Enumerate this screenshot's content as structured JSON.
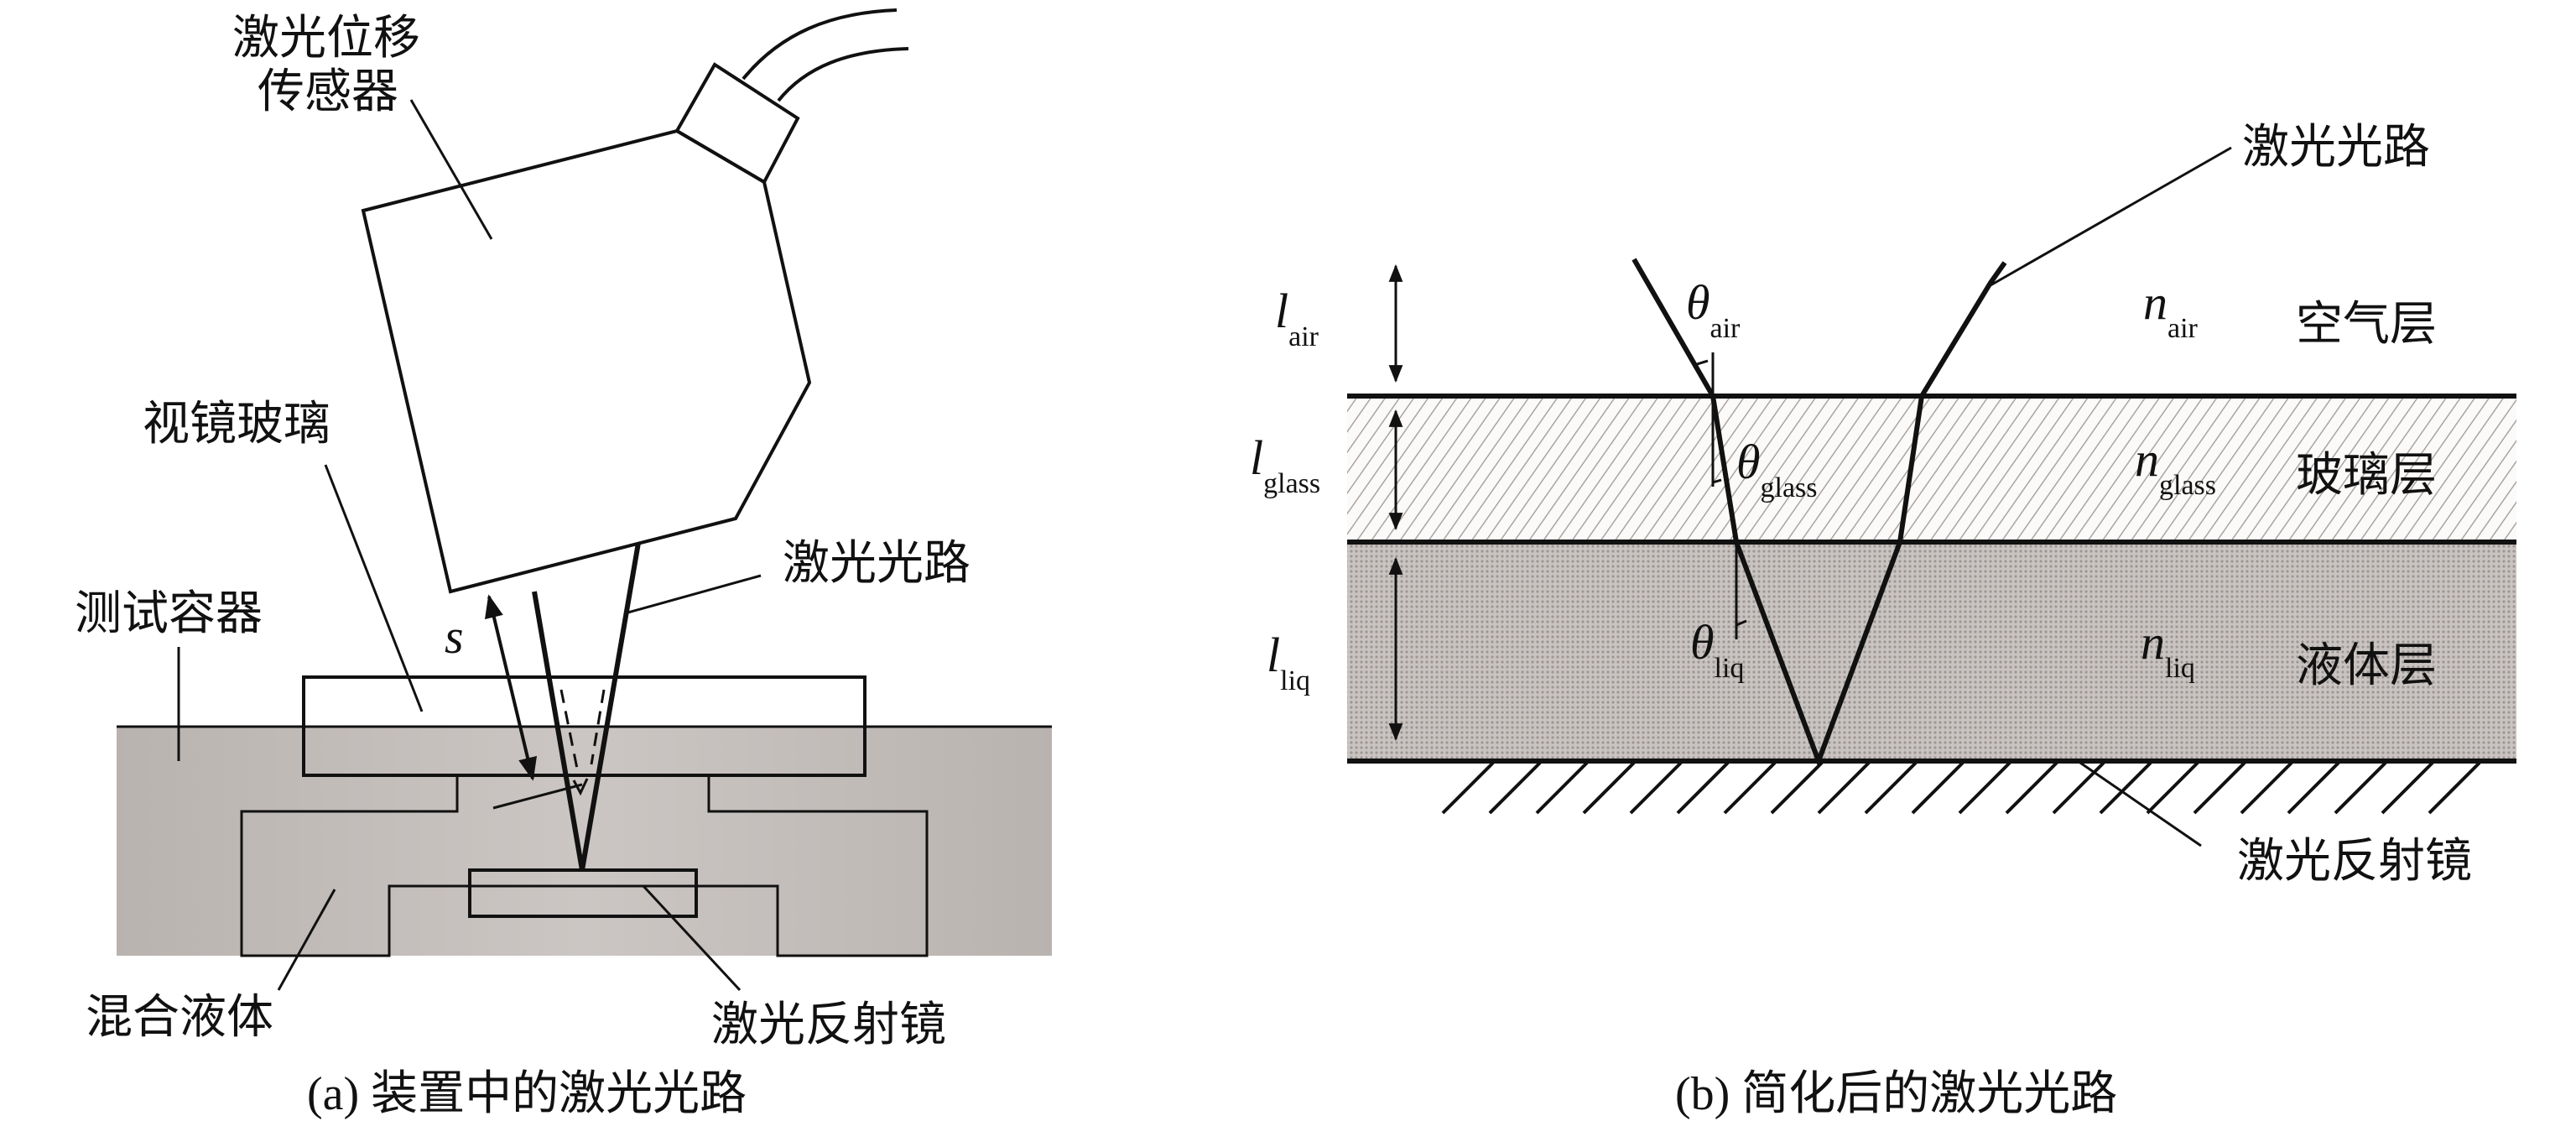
{
  "panel_a": {
    "caption": "(a) 装置中的激光光路",
    "labels": {
      "sensor_line1": "激光位移",
      "sensor_line2": "传感器",
      "sight_glass": "视镜玻璃",
      "laser_path": "激光光路",
      "test_container": "测试容器",
      "mixed_liquid": "混合液体",
      "laser_mirror": "激光反射镜",
      "distance": "s"
    }
  },
  "panel_b": {
    "caption": "(b) 简化后的激光光路",
    "labels": {
      "laser_path": "激光光路",
      "laser_mirror": "激光反射镜",
      "air_layer": "空气层",
      "glass_layer": "玻璃层",
      "liquid_layer": "液体层"
    },
    "symbols": {
      "l": "l",
      "theta": "θ",
      "n": "n"
    },
    "subscripts": {
      "air": "air",
      "glass": "glass",
      "liq": "liq"
    }
  },
  "colors": {
    "sensor_fill": "#efecea",
    "container_fill": "#c3bdba",
    "cavity_fill": "#efecea",
    "liquid_fill": "#bdb8b5"
  }
}
